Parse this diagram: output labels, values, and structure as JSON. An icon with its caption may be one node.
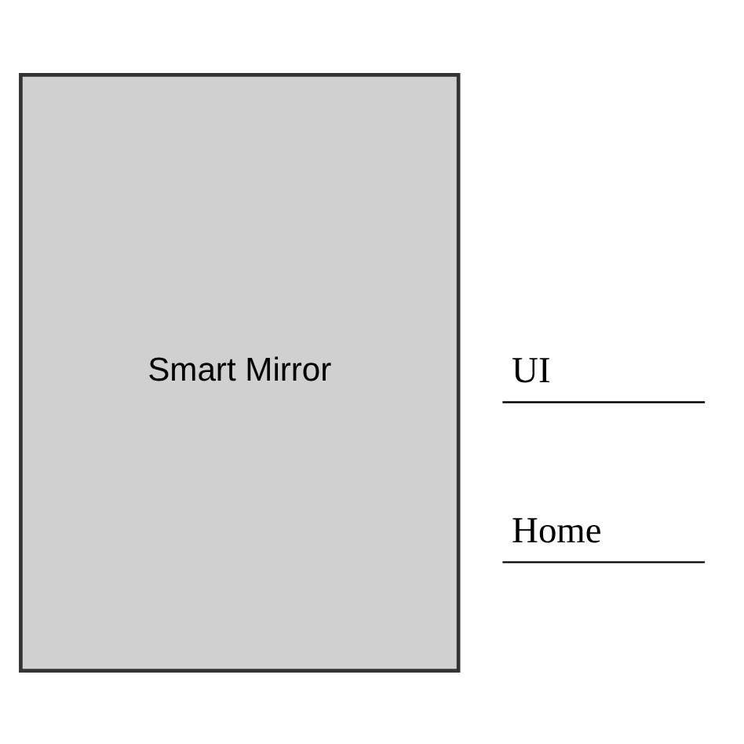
{
  "diagram": {
    "nodes": [
      {
        "text": [
          "Smart Mirror"
        ]
      }
    ],
    "labels": [
      "UI",
      "Home"
    ]
  }
}
